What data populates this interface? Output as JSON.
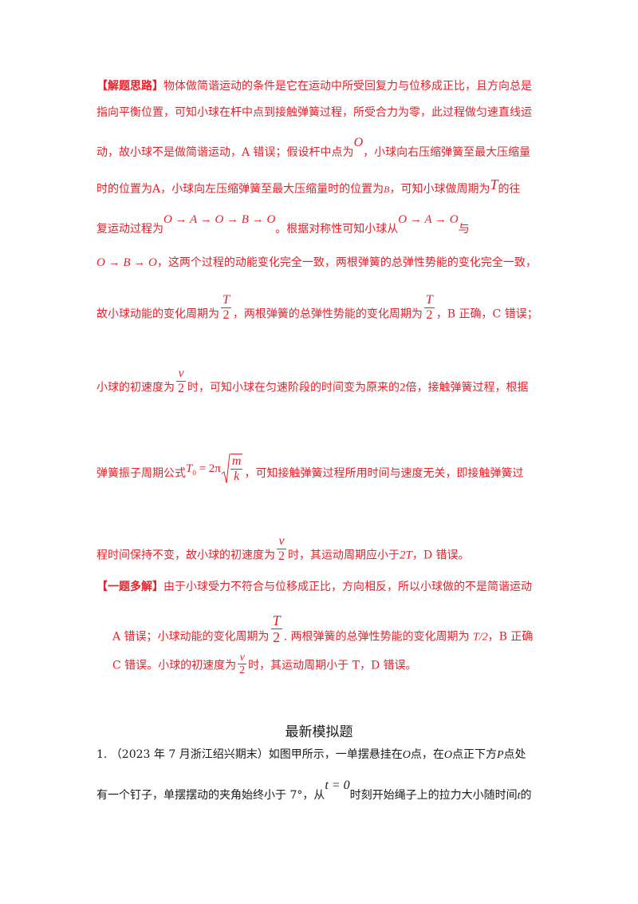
{
  "section1": {
    "l1_tag": "【解题思路】",
    "l1": "物体做简谐运动的条件是它在运动中所受回复力与位移成正比，且方向总是",
    "l2": "指向平衡位置，可知小球在杆中点到接触弹簧过程，所受合力为零，此过程做匀速直线运",
    "l3a": "动，故小球不是做简谐运动，A 错误；假设杆中点为",
    "l3m": "O",
    "l3b": "，小球向右压缩弹簧至最大压缩量",
    "l4a": "时的位置为A，小球向左压缩弹簧至最大压缩量时的位置为",
    "l4m": "B",
    "l4b": "，可知小球做周期为",
    "l4m2": "T",
    "l4c": "的往",
    "l5a": "复运动过程为",
    "l5m": "O → A → O → B → O",
    "l5b": "。根据对称性可知小球从",
    "l5m2": "O → A → O",
    "l5c": "与",
    "l6m": "O → B → O",
    "l6b": "，这两个过程的动能变化完全一致，两根弹簧的总弹性势能的变化完全一致，",
    "l7a": "故小球动能的变化周期为",
    "l7f_num": "T",
    "l7f_den": "2",
    "l7b": "，两根弹簧的总弹性势能的变化周期为",
    "l7c": "，B 正确，C 错误；",
    "l8a": "小球的初速度为",
    "l8f_num": "v",
    "l8f_den": "2",
    "l8b": "时，可知小球在匀速阶段的时间变为原来的",
    "l8n": "2",
    "l8c": "倍，接触弹簧过程，根据",
    "l9a": "弹簧振子周期公式",
    "l9m": "T",
    "l9sub": "0",
    "l9eq": " = 2π",
    "l9f_num": "m",
    "l9f_den": "k",
    "l9b": "，可知接触弹簧过程所用时间与速度无关，即接触弹簧过",
    "l10a": "程时间保持不变，故小球的初速度为",
    "l10b": "时，其运动周期应小于",
    "l10m": "2T",
    "l10c": "，D 错误。"
  },
  "section2": {
    "tag": "【一题多解】",
    "l1": "由于小球受力不符合与位移成正比，方向相反，所以小球做的不是简谐运动",
    "l2a": "A 错误；小球动能的变化周期为",
    "l2b": ". 两根弹簧的总弹性势能的变化周期为 ",
    "l2m": "T/2",
    "l2c": "，B 正确",
    "l3a": "C 错误。小球的初速度为",
    "l3b": "时，其运动周期小于 T，D 错误。"
  },
  "title": "最新模拟题",
  "q1": {
    "l1a": "1.  （2023 年 7 月浙江绍兴期末）如图甲所示，一单摆悬挂在",
    "l1m": "O",
    "l1b": "点，在",
    "l1c": "点正下方",
    "l1m2": "P",
    "l1d": "点处",
    "l2a": "有一个钉子，单摆摆动的夹角始终小于 7°，从",
    "l2m": "t = 0",
    "l2b": "时刻开始绳子上的拉力大小随时间",
    "l2m2": "t",
    "l2c": "的"
  }
}
